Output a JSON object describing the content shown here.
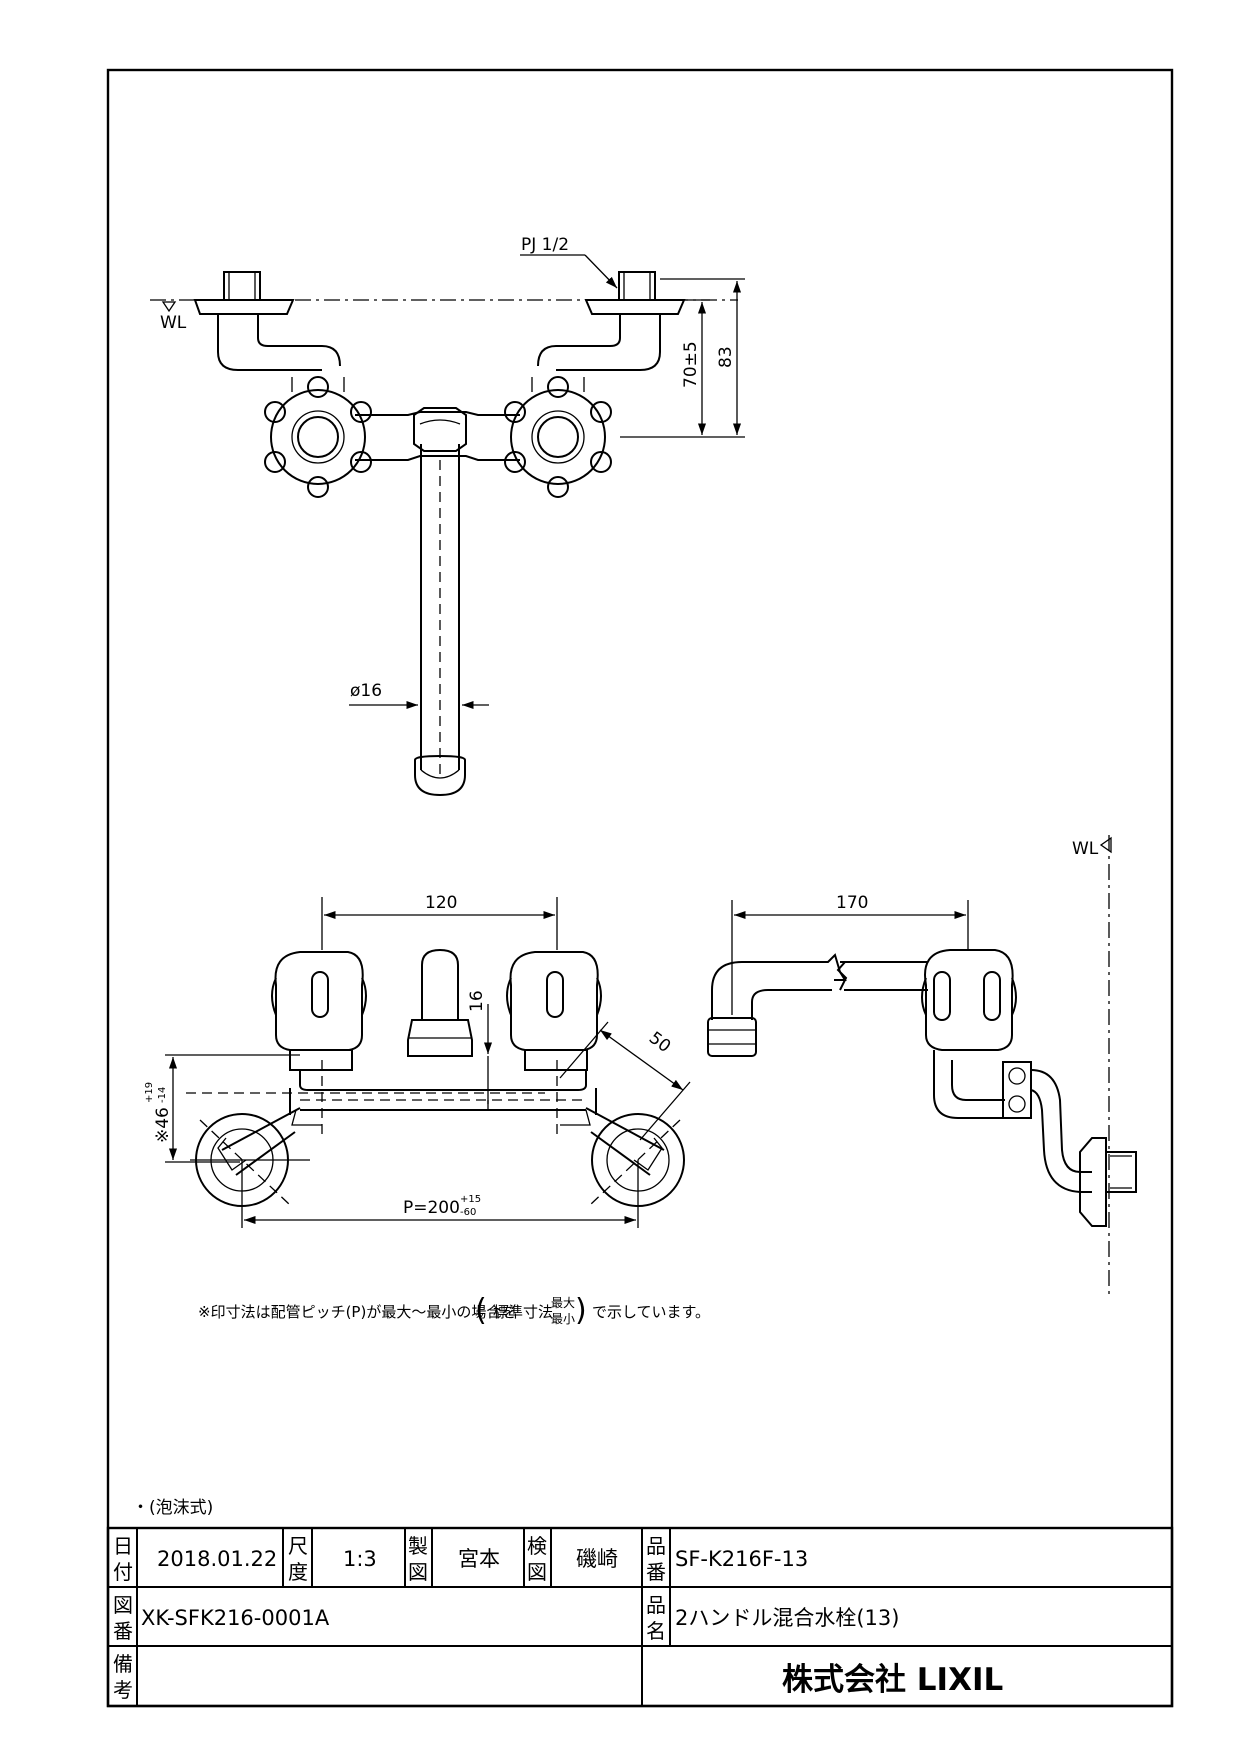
{
  "drawing": {
    "dims": {
      "pj": "PJ 1/2",
      "wl": "WL",
      "d70": "70±5",
      "d83": "83",
      "phi16": "ø16",
      "d120": "120",
      "d16": "16",
      "d50": "50",
      "d46": "※46",
      "d46_tol_up": "+19",
      "d46_tol_dn": "-14",
      "p200": "P=200",
      "p200_tol_up": "+15",
      "p200_tol_dn": "-60",
      "d170": "170"
    },
    "note": {
      "before": "※印寸法は配管ピッチ(P)が最大～最小の場合を",
      "std": "標準寸法",
      "max": "最大",
      "min": "最小",
      "after": "で示しています。"
    },
    "aerator": "・(泡沫式)"
  },
  "title_block": {
    "date_label": [
      "日",
      "付"
    ],
    "date": "2018.01.22",
    "scale_label": [
      "尺",
      "度"
    ],
    "scale": "1:3",
    "drawn_label": [
      "製",
      "図"
    ],
    "drawn_by": "宮本",
    "checked_label": [
      "検",
      "図"
    ],
    "checked_by": "磯崎",
    "product_no_label": [
      "品",
      "番"
    ],
    "product_no": "SF-K216F-13",
    "drawing_no_label": [
      "図",
      "番"
    ],
    "drawing_no": "XK-SFK216-0001A",
    "product_name_label": [
      "品",
      "名"
    ],
    "product_name": "2ハンドル混合水栓(13)",
    "remarks_label": [
      "備",
      "考"
    ],
    "company": "株式会社 LIXIL"
  }
}
